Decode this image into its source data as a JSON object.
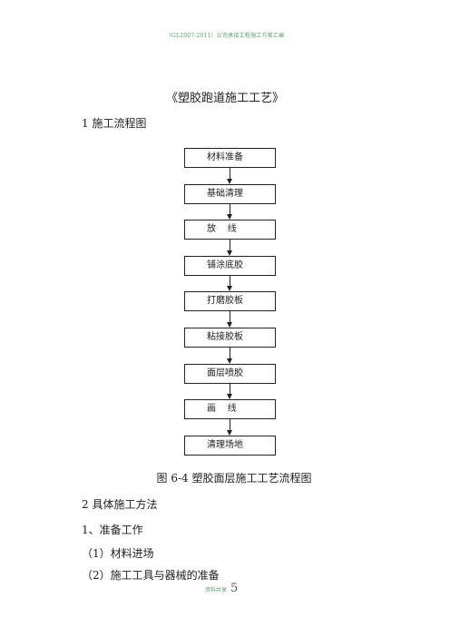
{
  "header": "（GL2007-2011）公司承接工程施工方案汇编",
  "title": "《塑胶跑道施工工艺》",
  "section1": "1 施工流程图",
  "flow_steps": [
    "材料准备",
    "基础清理",
    "放    线",
    "铺涂底胶",
    "打磨胶板",
    "粘接胶板",
    "面层喷胶",
    "画    线",
    "清理场地"
  ],
  "caption": "图 6-4   塑胶面层施工工艺流程图",
  "section2": "2 具体施工方法",
  "subsection": "1、准备工作",
  "items": [
    "（1）材料进场",
    "（2）施工工具与器械的准备"
  ],
  "footer": {
    "note": "资料共享",
    "page": "5"
  }
}
